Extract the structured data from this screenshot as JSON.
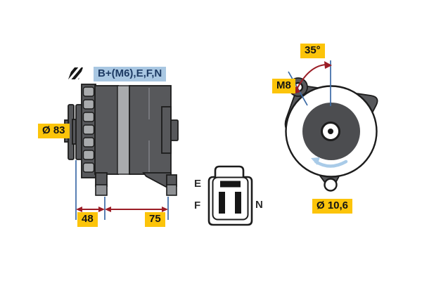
{
  "colors": {
    "accent_yellow": "#fcc40a",
    "label_blue_bg": "#a9c7e2",
    "label_blue_text": "#1d3a63",
    "dimension_red": "#9b1d26",
    "guide_blue": "#3a6aa6",
    "rotation_blue": "#a9cbe8",
    "body_dark": "#57585b",
    "body_mid": "#8f9194",
    "body_light": "#a9abad",
    "outline": "#1c1c1c",
    "background": "#ffffff"
  },
  "side_view": {
    "terminals_label": "B+(M6),E,F,N",
    "pulley_diameter_label": "Ø 83",
    "dimensions": {
      "pulley_to_front_mount": "48",
      "front_to_rear_mount": "75"
    }
  },
  "connector": {
    "pin_top_left": "E",
    "pin_bottom_left": "F",
    "pin_right": "N"
  },
  "front_view": {
    "mount_angle_label": "35°",
    "thread_label": "M8",
    "mount_hole_diameter_label": "Ø 10,6"
  },
  "icons": {
    "hatch_symbol": "hatched-square-icon"
  }
}
